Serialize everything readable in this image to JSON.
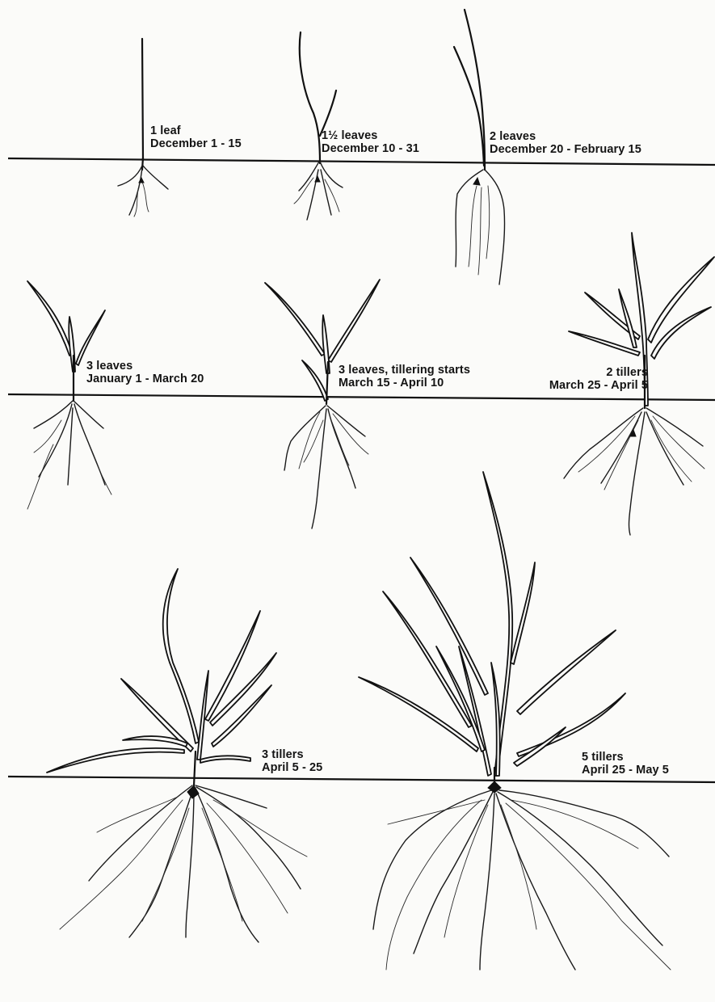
{
  "stages": [
    {
      "line1": "1 leaf",
      "line2": "December 1 - 15"
    },
    {
      "line1": "1½ leaves",
      "line2": "December 10 - 31"
    },
    {
      "line1": "2 leaves",
      "line2": "December 20 - February 15"
    },
    {
      "line1": "3 leaves",
      "line2": "January 1 - March 20"
    },
    {
      "line1": "3 leaves, tillering starts",
      "line2": "March 15 - April 10"
    },
    {
      "line1": "2 tillers",
      "line2": "March 25 - April 5"
    },
    {
      "line1": "3 tillers",
      "line2": "April 5 - 25"
    },
    {
      "line1": "5 tillers",
      "line2": "April 25 - May 5"
    }
  ]
}
